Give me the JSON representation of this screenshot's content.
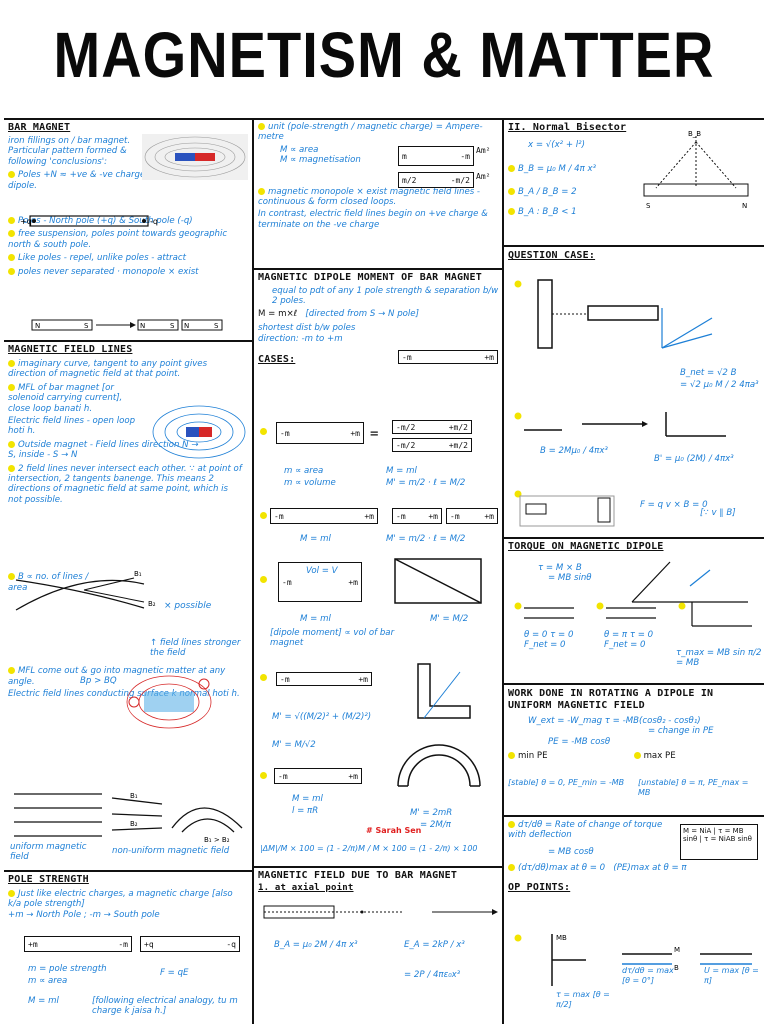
{
  "title": "MAGNETISM & MATTER",
  "colors": {
    "ink": "#111111",
    "accent_blue": "#1d7fd6",
    "highlight_yellow": "#f2e400",
    "red": "#e02020"
  },
  "bar_magnet": {
    "heading": "BAR MAGNET",
    "intro": "iron fillings on / bar magnet. Particular pattern formed & following 'conclusions':",
    "b1": "Poles +N ≈ +ve & -ve charge of electric dipole.",
    "b2": "Poles - North pole (+q) & South pole (-q)",
    "b3": "free suspension, poles point towards geographic north & south pole.",
    "b4": "Like poles - repel, unlike poles - attract",
    "b5": "poles never separated · monopole × exist"
  },
  "field_lines": {
    "heading": "MAGNETIC FIELD LINES",
    "b1": "imaginary curve, tangent to any point gives direction of magnetic field at that point.",
    "b2": "MFL of bar magnet [or solenoid carrying current], close loop banati h.",
    "b2b": "Electric field lines - open loop hoti h.",
    "b3": "Outside magnet - Field lines direction N → S, inside - S → N",
    "b4": "2 field lines never intersect each other. ∵ at point of intersection, 2 tangents banenge. This means 2 directions of magnetic field at same point, which is not possible.",
    "b4_label": "× possible",
    "b5": "B ∝ no. of lines / area",
    "b5b": "↑ field lines stronger the field",
    "b5c": "Bp > BQ",
    "b6": "MFL come out & go into magnetic matter at any angle.",
    "b6b": "Electric field lines conducting surface k normal hoti h.",
    "uniform": "uniform magnetic field",
    "nonuniform": "non-uniform magnetic field",
    "b1_label": "B₁",
    "b2_label": "B₂",
    "b_rel": "B₁ > B₂"
  },
  "pole_strength": {
    "heading": "POLE STRENGTH",
    "b1": "Just like electric charges, a magnetic charge [also k/a pole strength]",
    "b1b": "+m → North Pole ; -m → South pole",
    "m_def": "m = pole strength",
    "m_prop": "m ∝ area",
    "f_eq": "F = qE",
    "M_eq": "M = ml",
    "analogy": "[following electrical analogy, tu m charge k jaisa h.]"
  },
  "unit": {
    "b1": "unit (pole-strength / magnetic charge) = Ampere-metre",
    "m_area": "M ∝ area",
    "m_mag": "M ∝ magnetisation",
    "b2": "magnetic monopole × exist magnetic field lines - continuous & form closed loops.",
    "b3": "In contrast, electric field lines begin on +ve charge & terminate on the -ve charge",
    "box1_l": "m",
    "box1_r": "-m",
    "box1_u": "Am²",
    "box2_l": "m/2",
    "box2_r": "-m/2",
    "box2_u": "Am²"
  },
  "dipole_moment": {
    "heading": "MAGNETIC DIPOLE MOMENT OF BAR MAGNET",
    "b1": "equal to pdt of any 1 pole strength & separation b/w 2 poles.",
    "eq": "M = m×ℓ",
    "dir": "[directed from S → N pole]",
    "short": "shortest dist b/w poles",
    "direction": "direction: -m to +m",
    "cases": "CASES:",
    "c1_l": "m ∝ area",
    "c1_r": "M = ml",
    "c1_v": "m ∝ volume",
    "c1_eq": "M' = m/2 · ℓ = M/2",
    "c2_eq": "M = ml",
    "c2_r": "M' = m/2 · ℓ = M/2",
    "vol": "Vol = V",
    "c3_eq": "M = ml",
    "c3_r": "M' = M/2",
    "c3_note": "[dipole moment] ∝ vol of bar magnet",
    "c4_eq": "M' = √((M/2)² + (M/2)²)",
    "c4_r": "M' = M/√2",
    "c5_eq": "M = ml",
    "c5_l": "l = πR",
    "c5_r": "M' = 2mR",
    "c5_r2": "= 2M/π",
    "pct": "|ΔM|/M × 100 = (1 - 2/π)M / M × 100 = (1 - 2/π) × 100",
    "red": "# Sarah Sen"
  },
  "field_due": {
    "heading": "MAGNETIC FIELD DUE TO BAR MAGNET",
    "sub": "1. at axial point",
    "ba": "B_A = μ₀ 2M / 4π x³",
    "ea": "E_A = 2kP / x³",
    "ea2": "= 2P / 4πε₀x³"
  },
  "normal": {
    "heading": "II. Normal Bisector",
    "x": "x = √(x² + l²)",
    "bb": "B_B = μ₀ M / 4π x³",
    "ratio": "B_A / B_B = 2",
    "ba_bb": "B_A : B_B < 1"
  },
  "question": {
    "heading": "QUESTION CASE:",
    "bnet": "B_net = √2 B",
    "bnet2": "= √2 μ₀ M / 2 4πa³",
    "b": "B = 2Mμ₀ / 4πx³",
    "bp": "B' = μ₀ (2M) / 4πx³",
    "f": "F = q v × B = 0",
    "fnote": "[∵ v ∥ B]"
  },
  "torque": {
    "heading": "TORQUE ON MAGNETIC DIPOLE",
    "eq": "τ = M × B",
    "eq2": "= MB sinθ",
    "s1": "θ = 0 τ = 0 F_net = 0",
    "s2": "θ = π τ = 0 F_net = 0",
    "tmax": "τ_max = MB sin π/2 = MB"
  },
  "work": {
    "heading": "WORK DONE IN ROTATING A DIPOLE IN UNIFORM MAGNETIC FIELD",
    "w": "W_ext = -W_mag τ = -MB(cosθ₂ - cosθ₁)",
    "w2": "= change in PE",
    "pe": "PE = -MB cosθ",
    "min": "min PE",
    "max": "max PE",
    "stable": "[stable] θ = 0, PE_min = -MB",
    "unstable": "[unstable] θ = π, PE_max = MB",
    "dtdt": "dτ/dθ = Rate of change of torque with deflection",
    "box": "M = NiA | τ = MB sinθ | τ = NiAB sinθ",
    "mbcos": "= MB cosθ",
    "dtmax": "(dτ/dθ)max at θ = 0",
    "pemax": "(PE)max at θ = π"
  },
  "op": {
    "heading": "OP POINTS:",
    "mb": "MB",
    "tmax": "τ = max [θ = π/2]",
    "dmax": "dτ/dθ = max [θ = 0°]",
    "umax": "U = max [θ = π]",
    "m_label": "M",
    "b_label": "B"
  }
}
